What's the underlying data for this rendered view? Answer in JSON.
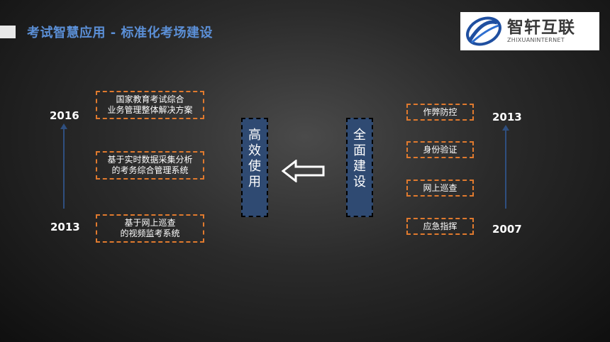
{
  "header": {
    "title": "考试智慧应用 - 标准化考场建设"
  },
  "logo": {
    "name_cn": "智轩互联",
    "name_en": "ZHIXUANINTERNET"
  },
  "left": {
    "year_top": "2016",
    "year_bottom": "2013",
    "items": [
      "国家教育考试综合\n业务管理整体解决方案",
      "基于实时数据采集分析\n的考务综合管理系统",
      "基于网上巡查\n的视频监考系统"
    ]
  },
  "center": {
    "left_label": "高效使用",
    "right_label": "全面建设"
  },
  "right": {
    "year_top": "2013",
    "year_bottom": "2007",
    "items": [
      "作弊防控",
      "身份验证",
      "网上巡查",
      "应急指挥"
    ]
  },
  "colors": {
    "title": "#5b8fd6",
    "box_border": "#e07a2e",
    "pillar_fill": "#2f4a72",
    "timeline": "#2f4f7f"
  }
}
